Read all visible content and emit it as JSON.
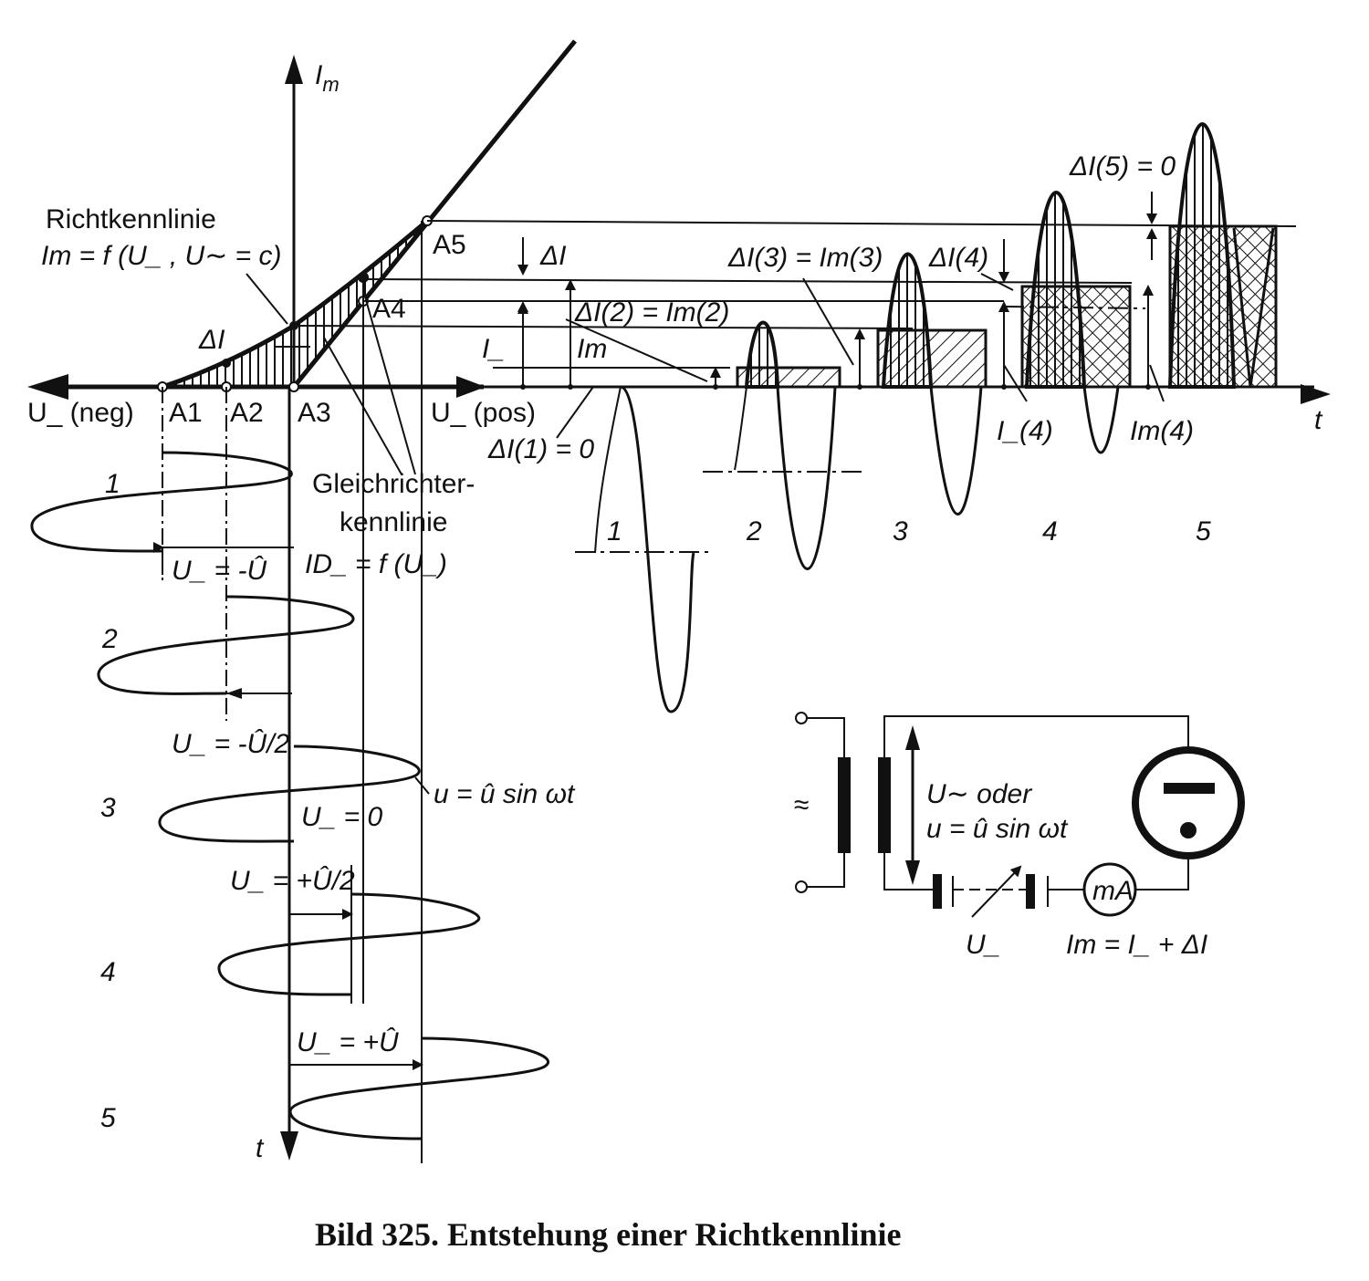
{
  "axes": {
    "y_label": "I",
    "y_label_sub": "m",
    "neg_label": "U_ (neg)",
    "pos_label": "U_ (pos)",
    "t_label_bottom": "t",
    "t_label_right": "t"
  },
  "points": [
    "A1",
    "A2",
    "A3",
    "A4",
    "A5"
  ],
  "richtkennlinie": {
    "title": "Richtkennlinie",
    "formula": "Im = f (U_ , U∼ = c)"
  },
  "delta_i_left": "ΔI",
  "gleichrichter": {
    "line1": "Gleichrichter-",
    "line2": "kennlinie",
    "formula": "ID_ = f (U_)"
  },
  "wave_numbers": [
    "1",
    "2",
    "3",
    "4",
    "5"
  ],
  "bias_labels": [
    "U_ = -Û",
    "U_ = -Û/2",
    "U_ = 0",
    "U_ = +Û/2",
    "U_ = +Û"
  ],
  "u_formula": "u = û sin ωt",
  "current_labels": {
    "delta_i": "ΔI",
    "i_minus": "I_",
    "i_m": "Im",
    "delta_i1": "ΔI(1) = 0",
    "delta_i2": "ΔI(2) = Im(2)",
    "delta_i3": "ΔI(3) = Im(3)",
    "delta_i4": "ΔI(4)",
    "delta_i5": "ΔI(5) = 0",
    "i_minus_4": "I_(4)",
    "i_m_4": "Im(4)"
  },
  "circuit": {
    "ac_symbol": "≈",
    "source_line1": "U∼ oder",
    "source_line2": "u = û sin ωt",
    "meter": "mA",
    "bias": "U_",
    "equation": "Im = I_ + ΔI"
  },
  "caption": "Bild 325. Entstehung einer Richtkennlinie"
}
